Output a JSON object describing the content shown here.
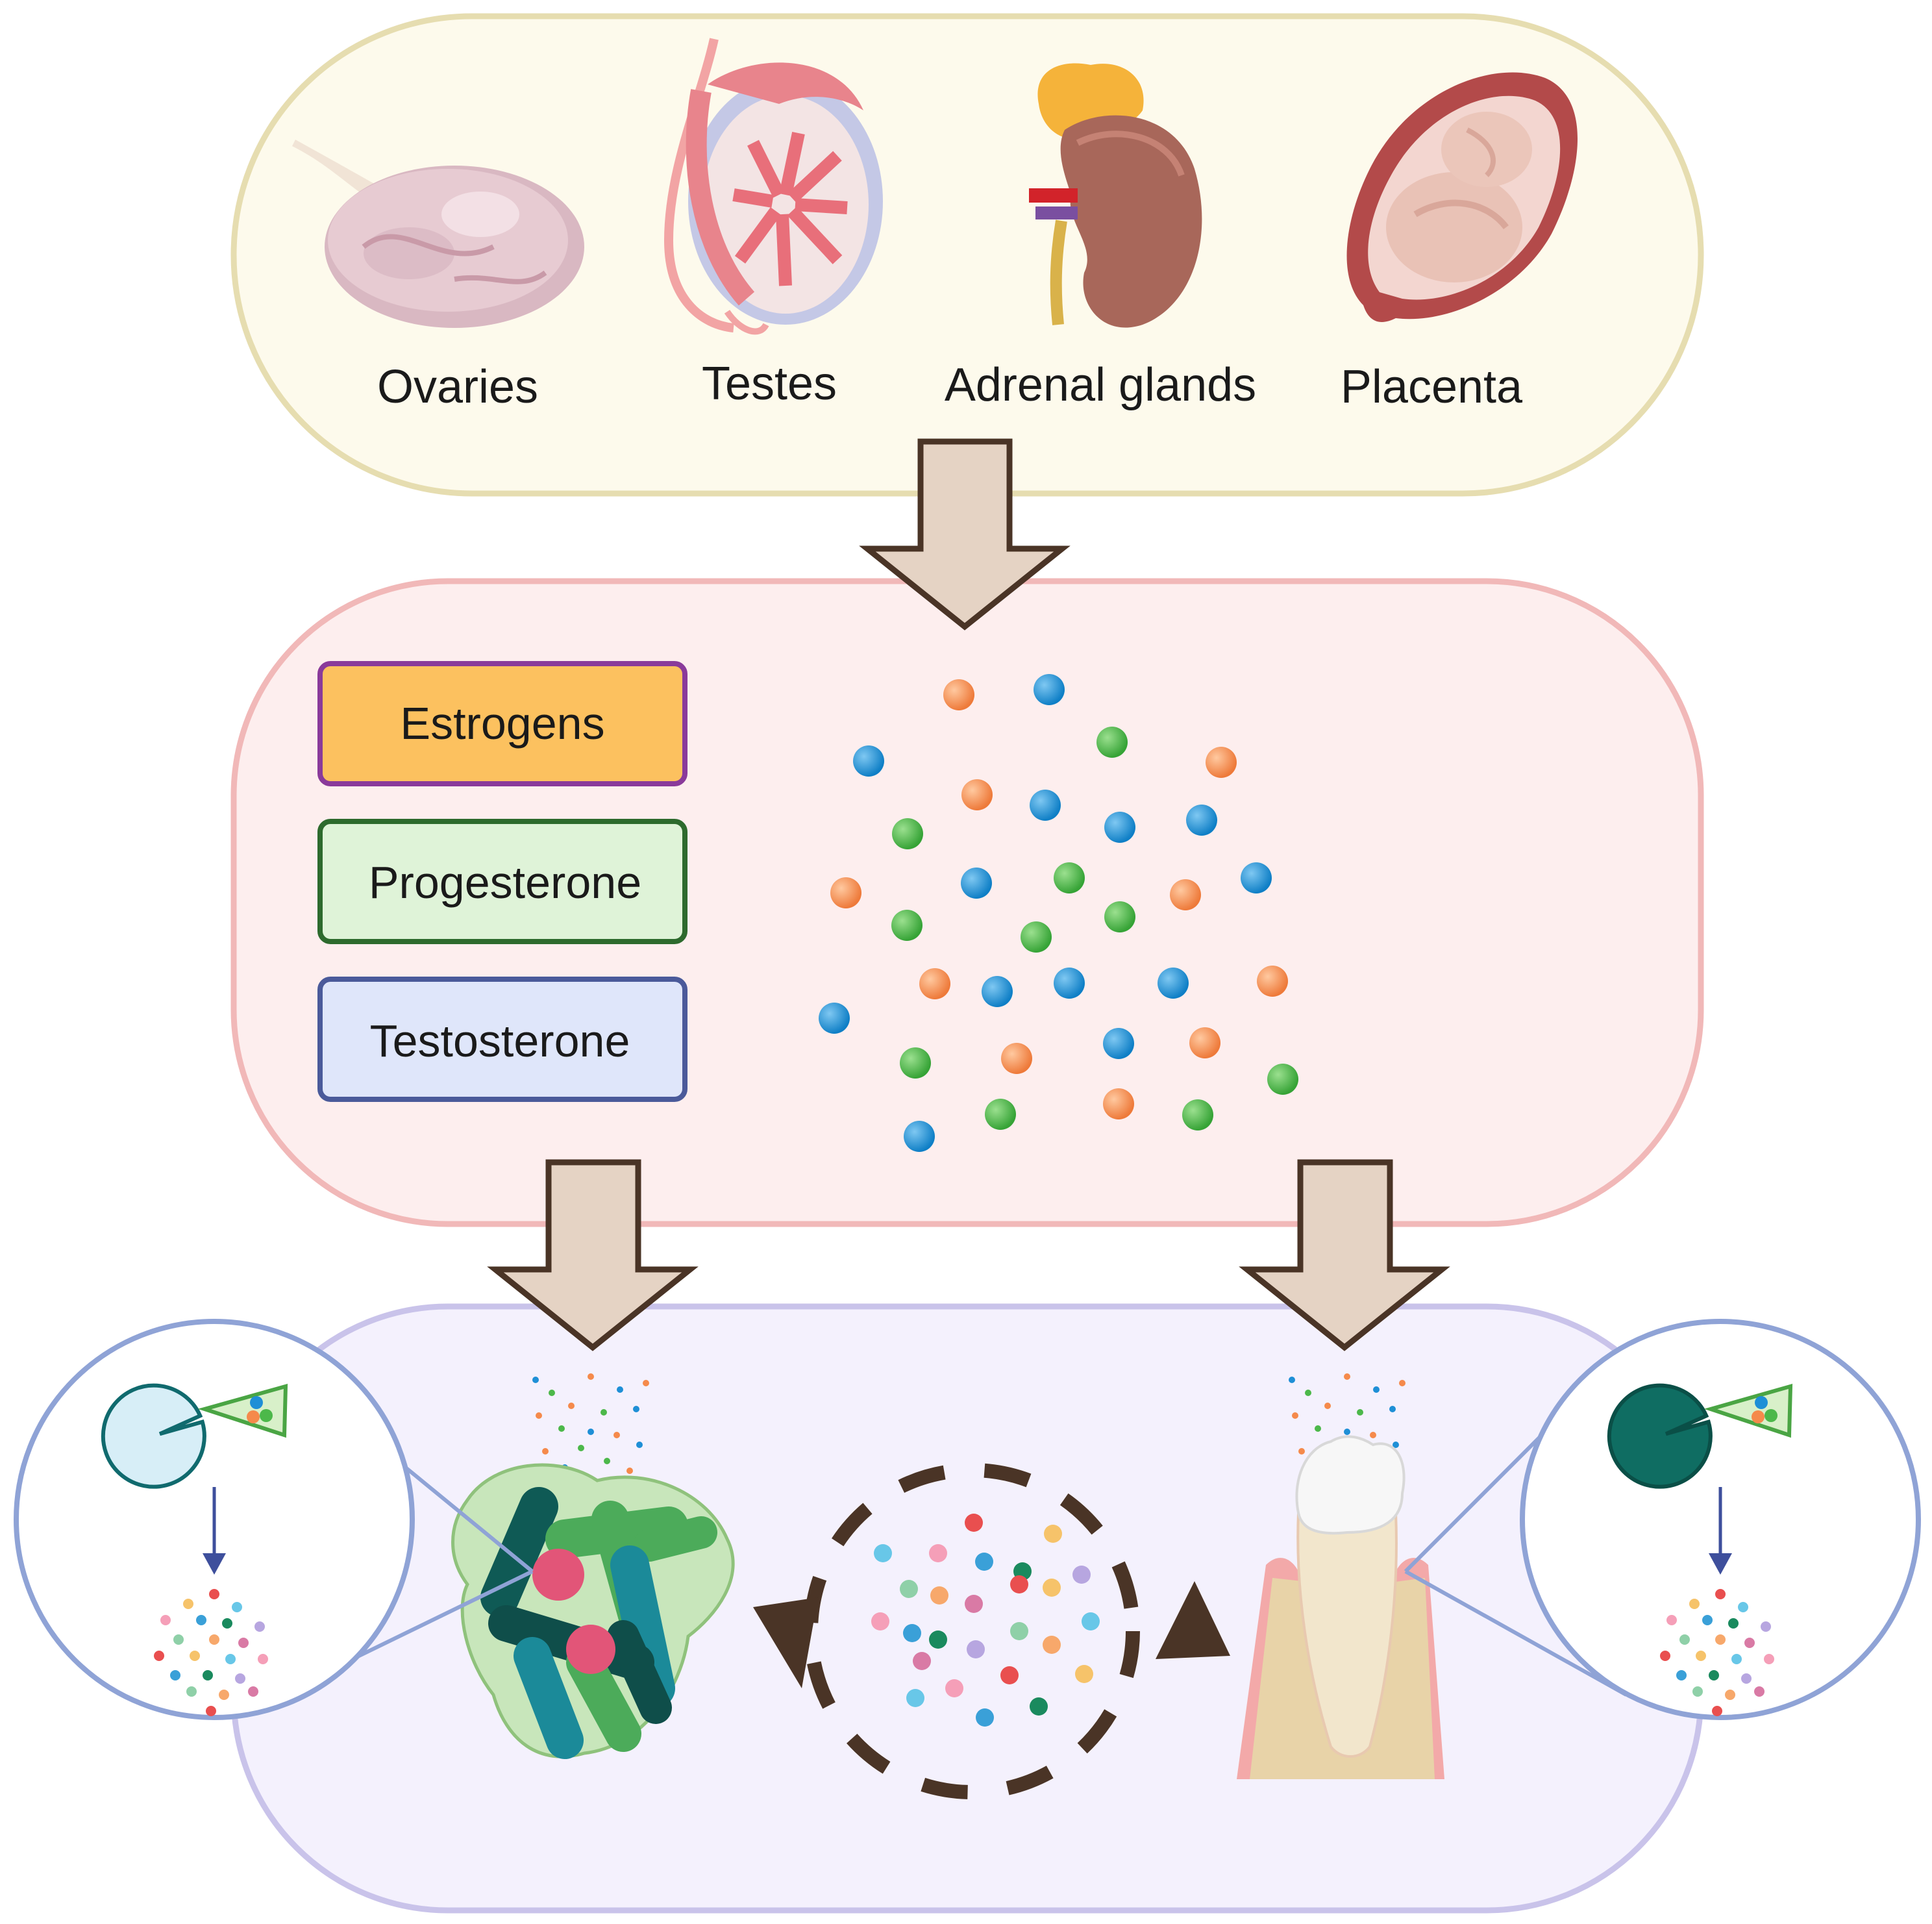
{
  "sources": {
    "ovaries": "Ovaries",
    "testes": "Testes",
    "adrenal_glands": "Adrenal glands",
    "placenta": "Placenta"
  },
  "hormones": {
    "estrogens": "Estrogens",
    "progesterone": "Progesterone",
    "testosterone": "Testosterone"
  },
  "colors": {
    "estrogen_dot": "#f58a4b",
    "progesterone_dot": "#4cb84a",
    "testosterone_dot": "#1e8fd6",
    "estrogens_box_fill": "#fcc15f",
    "estrogens_box_border": "#8a3a9a",
    "progesterone_box_fill": "#dff3d8",
    "progesterone_box_border": "#2d6a2d",
    "testosterone_box_fill": "#dfe6fa",
    "testosterone_box_border": "#4a5a9a",
    "top_panel_fill": "#fdfaec",
    "top_panel_border": "#e6ddb0",
    "middle_panel_fill": "#fdeeee",
    "middle_panel_border": "#f1b8b8",
    "bottom_panel_fill": "#f4f1fd",
    "bottom_panel_border": "#c9c3ea",
    "arrow_fill": "#e5d3c4",
    "arrow_stroke": "#4a3426",
    "cycle_color": "#4a3426",
    "zoom_border": "#8fa3d6"
  },
  "icons": {
    "ovary": "ovary-icon",
    "testis": "testis-icon",
    "adrenal": "adrenal-kidney-icon",
    "placenta": "pregnant-uterus-icon",
    "bacteria": "bacteria-cluster-icon",
    "tooth": "tooth-periodontium-icon",
    "enzyme": "enzyme-substrate-icon"
  }
}
